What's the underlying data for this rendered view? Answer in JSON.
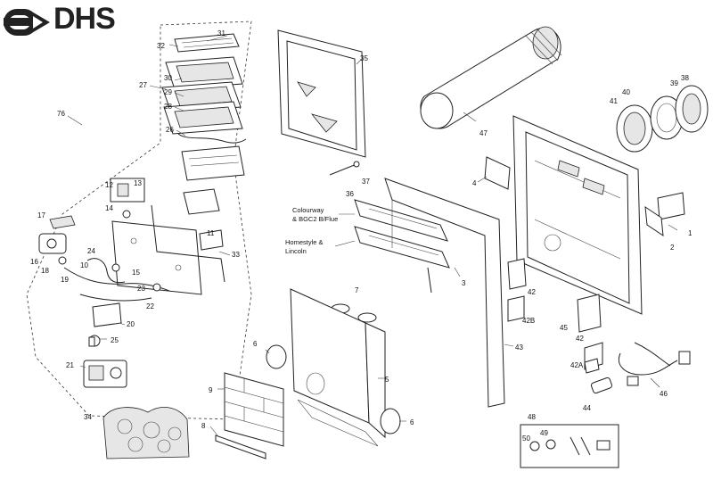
{
  "logo": {
    "text": "DHS",
    "icon": "arrow-brand-icon"
  },
  "notes": {
    "colourway": [
      "Colourway",
      "& BGC2 B/Flue"
    ],
    "homestyle": [
      "Homestyle &",
      "Lincoln"
    ]
  },
  "callouts": [
    {
      "key": "c31",
      "text": "31"
    },
    {
      "key": "c32",
      "text": "32"
    },
    {
      "key": "c27",
      "text": "27"
    },
    {
      "key": "c30",
      "text": "30"
    },
    {
      "key": "c29",
      "text": "29"
    },
    {
      "key": "c28",
      "text": "28"
    },
    {
      "key": "c76",
      "text": "76"
    },
    {
      "key": "c26",
      "text": "26"
    },
    {
      "key": "c12",
      "text": "12"
    },
    {
      "key": "c13",
      "text": "13"
    },
    {
      "key": "c14",
      "text": "14"
    },
    {
      "key": "c17",
      "text": "17"
    },
    {
      "key": "c11",
      "text": "11"
    },
    {
      "key": "c33",
      "text": "33"
    },
    {
      "key": "c16",
      "text": "16"
    },
    {
      "key": "c18",
      "text": "18"
    },
    {
      "key": "c24",
      "text": "24"
    },
    {
      "key": "c10",
      "text": "10"
    },
    {
      "key": "c15",
      "text": "15"
    },
    {
      "key": "c19",
      "text": "19"
    },
    {
      "key": "c23",
      "text": "23"
    },
    {
      "key": "c22",
      "text": "22"
    },
    {
      "key": "c20",
      "text": "20"
    },
    {
      "key": "c25",
      "text": "25"
    },
    {
      "key": "c21",
      "text": "21"
    },
    {
      "key": "c34",
      "text": "34"
    },
    {
      "key": "c35",
      "text": "35"
    },
    {
      "key": "c37",
      "text": "37"
    },
    {
      "key": "c36a",
      "text": "36"
    },
    {
      "key": "c47",
      "text": "47"
    },
    {
      "key": "c4",
      "text": "4"
    },
    {
      "key": "c41",
      "text": "41"
    },
    {
      "key": "c40",
      "text": "40"
    },
    {
      "key": "c39",
      "text": "39"
    },
    {
      "key": "c38",
      "text": "38"
    },
    {
      "key": "c1",
      "text": "1"
    },
    {
      "key": "c2",
      "text": "2"
    },
    {
      "key": "c7",
      "text": "7"
    },
    {
      "key": "c3",
      "text": "3"
    },
    {
      "key": "c42a",
      "text": "42"
    },
    {
      "key": "c42B",
      "text": "42B"
    },
    {
      "key": "c45",
      "text": "45"
    },
    {
      "key": "c42c",
      "text": "42"
    },
    {
      "key": "c43",
      "text": "43"
    },
    {
      "key": "c6a",
      "text": "6"
    },
    {
      "key": "c5",
      "text": "5"
    },
    {
      "key": "c6b",
      "text": "6"
    },
    {
      "key": "c9",
      "text": "9"
    },
    {
      "key": "c8",
      "text": "8"
    },
    {
      "key": "c42A",
      "text": "42A"
    },
    {
      "key": "c44",
      "text": "44"
    },
    {
      "key": "c46",
      "text": "46"
    },
    {
      "key": "c48",
      "text": "48"
    },
    {
      "key": "c49",
      "text": "49"
    },
    {
      "key": "c50",
      "text": "50"
    }
  ]
}
